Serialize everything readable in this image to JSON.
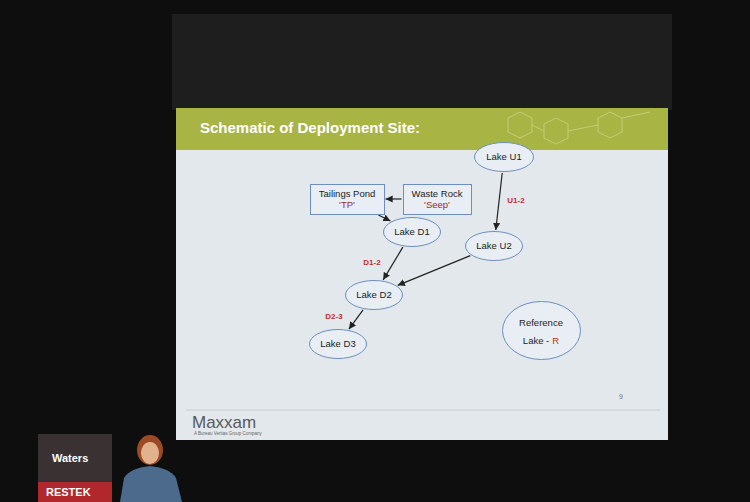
{
  "diagram": {
    "title": "Schematic of Deployment Site:",
    "nodes": [
      {
        "text": [
          "Lake U1"
        ]
      },
      {
        "text": [
          "Tailings Pond",
          "'TP'"
        ]
      },
      {
        "text": [
          "Waste Rock",
          "'Seep'"
        ]
      },
      {
        "text": [
          "Lake D1"
        ]
      },
      {
        "text": [
          "Lake U2"
        ]
      },
      {
        "text": [
          "Lake D2"
        ]
      },
      {
        "text": [
          "Reference Lake -",
          "R"
        ]
      },
      {
        "text": [
          "Lake D3"
        ]
      }
    ],
    "edges": [
      {
        "from": 2,
        "to": 1,
        "arrow": "to"
      },
      {
        "from": 1,
        "to": 3,
        "arrow": "to"
      },
      {
        "from": 0,
        "to": 4,
        "label": "U1-2",
        "arrow": "to"
      },
      {
        "from": 3,
        "to": 5,
        "label": "D1-2",
        "arrow": "to"
      },
      {
        "from": 4,
        "to": 5,
        "arrow": "to"
      },
      {
        "from": 5,
        "to": 7,
        "label": "D2-3",
        "arrow": "to"
      }
    ],
    "labels": [
      "9",
      "Maxxam",
      "A Bureau Veritas Group Company",
      "Waters",
      "RESTEK"
    ]
  }
}
